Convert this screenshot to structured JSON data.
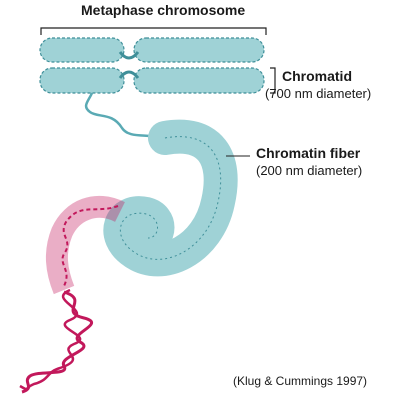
{
  "labels": {
    "title": "Metaphase chromosome",
    "chromatid": "Chromatid",
    "chromatid_diameter": "(700 nm diameter)",
    "chromatin_fiber": "Chromatin fiber",
    "chromatin_fiber_diameter": "(200 nm diameter)",
    "citation": "(Klug & Cummings 1997)"
  },
  "colors": {
    "chromatin": "#9fd2d6",
    "chromatin_stroke": "#3f8f99",
    "dna_helix": "#c2185b",
    "text": "#1a1a1a"
  }
}
